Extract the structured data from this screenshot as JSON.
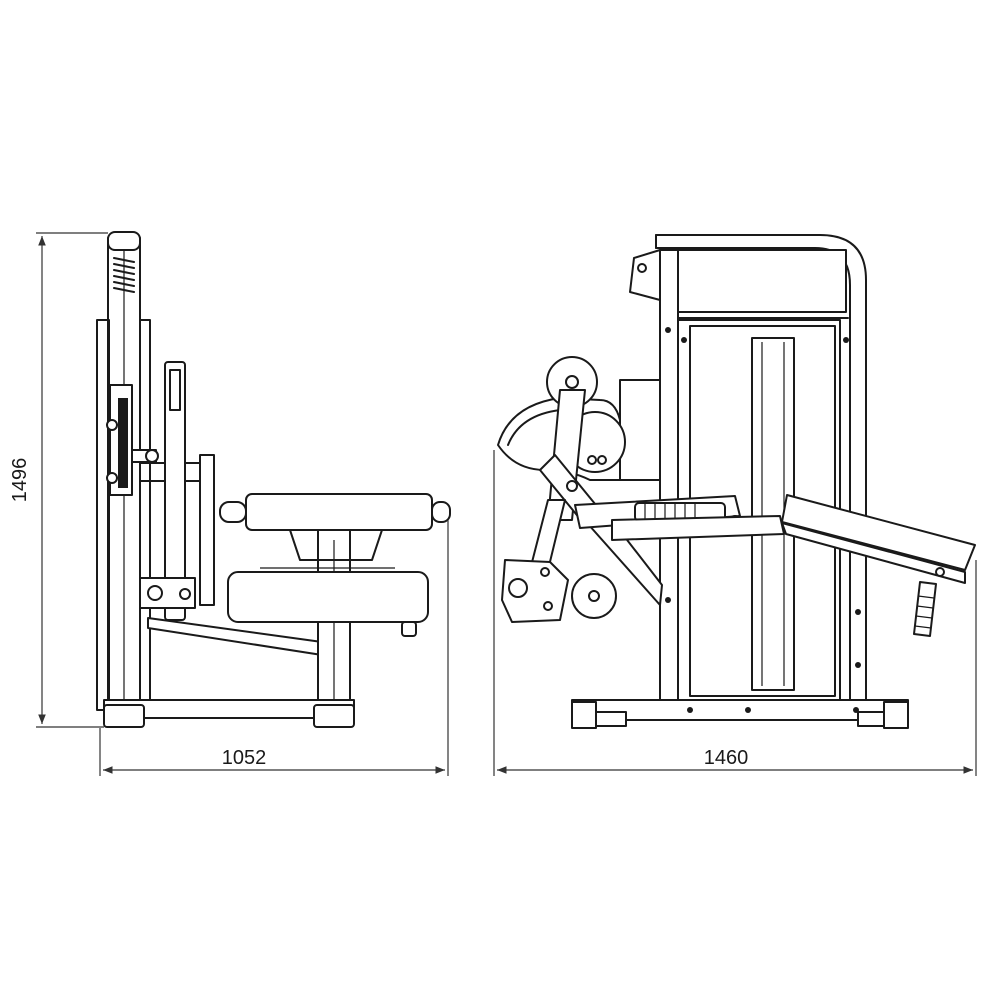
{
  "colors": {
    "line": "#1a1a1a",
    "background": "#ffffff"
  },
  "dimensions": {
    "height": "1496",
    "side_width": "1052",
    "front_width": "1460"
  }
}
